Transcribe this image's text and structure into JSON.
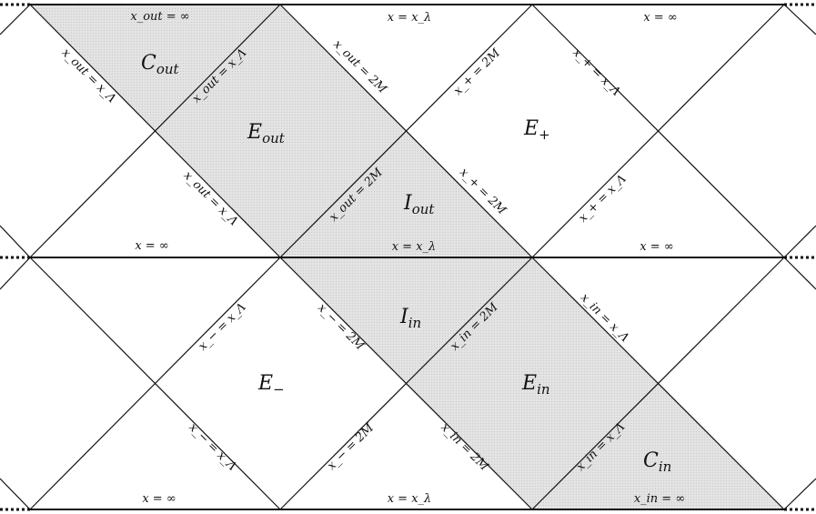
{
  "colors": {
    "shade": "#d9d9d9",
    "shade_light": "#e6e6e6",
    "line": "#111111"
  },
  "regions": {
    "c_out": "C",
    "c_out_sub": "out",
    "e_out": "E",
    "e_out_sub": "out",
    "i_out": "I",
    "i_out_sub": "out",
    "e_plus": "E",
    "e_plus_sub": "+",
    "e_minus": "E",
    "e_minus_sub": "−",
    "i_in": "I",
    "i_in_sub": "in",
    "e_in": "E",
    "e_in_sub": "in",
    "c_in": "C",
    "c_in_sub": "in"
  },
  "labels": {
    "top_c_out_inf": "x_out = ∞",
    "top_mid": "x = x_λ",
    "top_right": "x = ∞",
    "mid_left": "x = ∞",
    "mid_mid": "x = x_λ",
    "mid_right": "x = ∞",
    "bot_left": "x = ∞",
    "bot_mid": "x = x_λ",
    "bot_c_in_inf": "x_in = ∞",
    "xout_xl_a": "x_out = x_Λ",
    "xout_xl_b": "x_out = x_Λ",
    "xout_xl_c": "x_out = x_Λ",
    "xout_2m_a": "x_out = 2M",
    "xout_2m_b": "x_out = 2M",
    "xplus_2m_a": "x_+ = 2M",
    "xplus_2m_b": "x_+ = 2M",
    "xplus_xl_a": "x_+ = x_Λ",
    "xplus_xl_b": "x_+ = x_Λ",
    "xminus_xl_a": "x_− = x_Λ",
    "xminus_xl_b": "x_− = x_Λ",
    "xminus_2m_a": "x_− = 2M",
    "xminus_2m_b": "x_− = 2M",
    "xin_xl_a": "x_in = x_Λ",
    "xin_xl_b": "x_in = x_Λ",
    "xin_2m_a": "x_in = 2M",
    "xin_2m_b": "x_in = 2M"
  }
}
